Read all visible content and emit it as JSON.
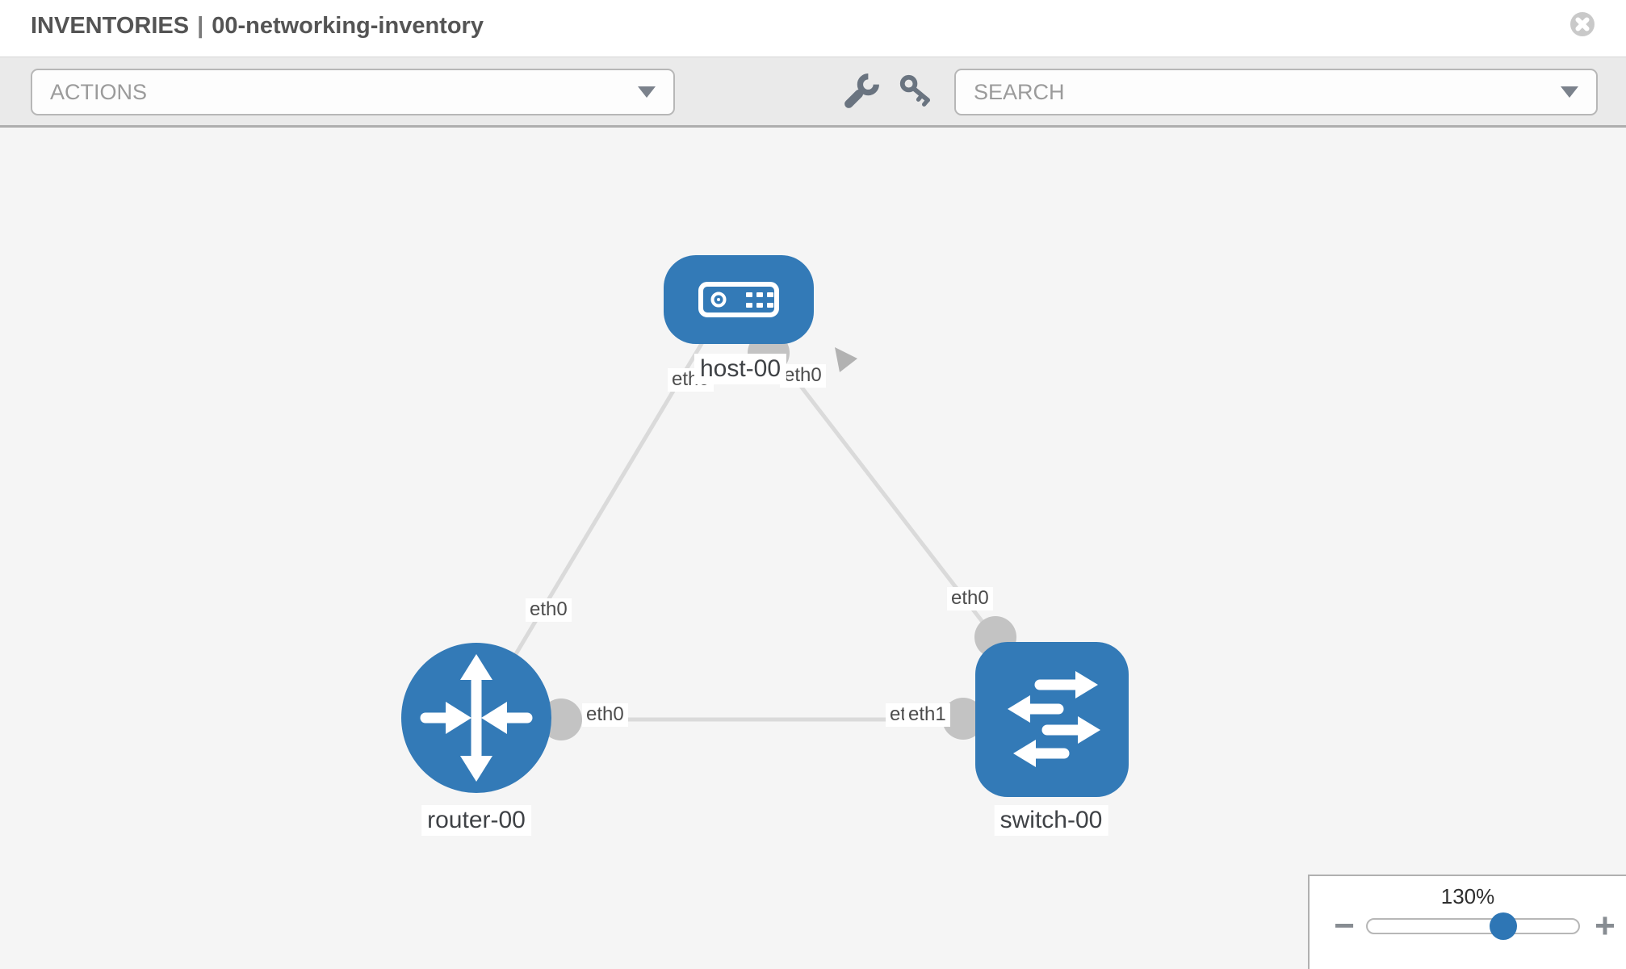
{
  "header": {
    "section": "INVENTORIES",
    "separator": "|",
    "inventory_name": "00-networking-inventory"
  },
  "toolbar": {
    "actions_label": "ACTIONS",
    "search_label": "SEARCH"
  },
  "topology": {
    "nodes": [
      {
        "id": "host-00",
        "type": "host",
        "label": "host-00"
      },
      {
        "id": "router-00",
        "type": "router",
        "label": "router-00"
      },
      {
        "id": "switch-00",
        "type": "switch",
        "label": "switch-00"
      }
    ],
    "links": [
      {
        "source": "host-00",
        "source_interface": "eth0",
        "target": "router-00",
        "target_interface": "eth0"
      },
      {
        "source": "host-00",
        "source_interface": "eth0",
        "target": "switch-00",
        "target_interface": "eth0"
      },
      {
        "source": "router-00",
        "source_interface": "eth0",
        "target": "switch-00",
        "target_interface": "eth1"
      }
    ],
    "labels": {
      "host": "host-00",
      "router": "router-00",
      "switch": "switch-00",
      "host_left": "eth0",
      "host_right": "eth0",
      "router_top": "eth0",
      "router_right": "eth0",
      "switch_top": "eth0",
      "switch_left": "eth1",
      "switch_left_under": "eth1"
    },
    "colors": {
      "node_blue": "#337ab7",
      "link_gray": "#dadada",
      "interface_gray": "#c3c3c3",
      "canvas_background": "#f5f5f5"
    }
  },
  "zoom": {
    "value": "130%",
    "minus": "−",
    "plus": "+"
  }
}
